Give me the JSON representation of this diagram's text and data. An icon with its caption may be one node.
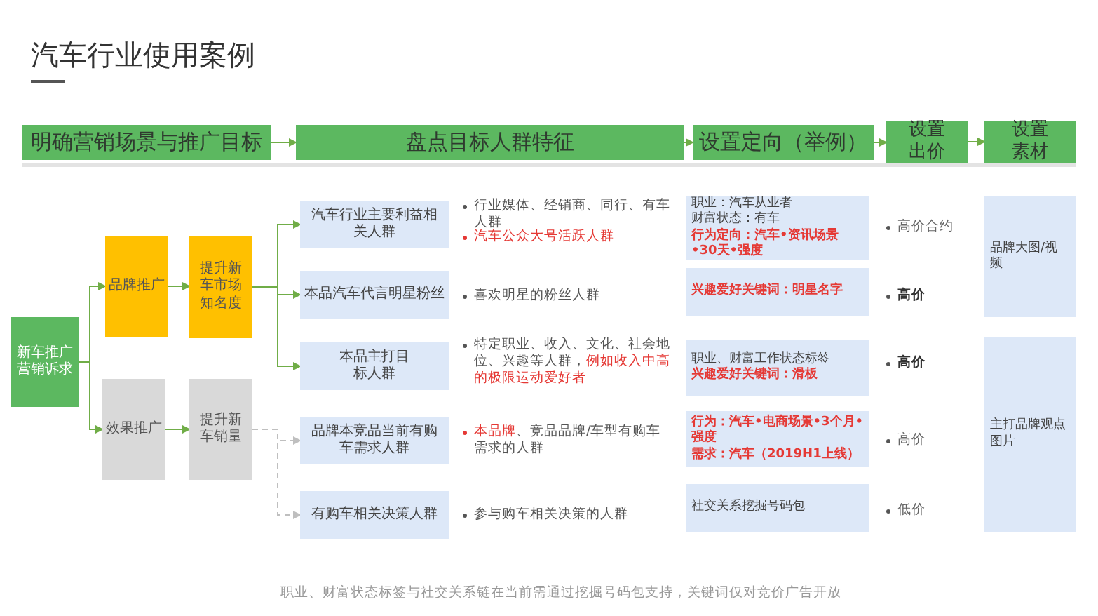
{
  "diagram": {
    "title": "汽车行业使用案例",
    "nodes": [
      {
        "text": [
          "明确营销场景与推广目标"
        ]
      },
      {
        "text": [
          "盘点目标人群特征"
        ]
      },
      {
        "text": [
          "设置定向（举例）"
        ]
      },
      {
        "text": [
          "设置出价"
        ]
      },
      {
        "text": [
          "设置素材"
        ]
      },
      {
        "text": [
          "新车推广营销诉求"
        ]
      },
      {
        "text": [
          "品牌推广"
        ]
      },
      {
        "text": [
          "提升新车市场知名度"
        ]
      },
      {
        "text": [
          "效果推广"
        ]
      },
      {
        "text": [
          "提升新车销量"
        ]
      },
      {
        "text": [
          "汽车行业主要利益相关人群"
        ]
      },
      {
        "text": [
          "本品汽车代言明星粉丝"
        ]
      },
      {
        "text": [
          "本品主打目标人群"
        ]
      },
      {
        "text": [
          "品牌本竞品当前有购车需求人群"
        ]
      },
      {
        "text": [
          "有购车相关决策人群"
        ]
      },
      {
        "text": [
          "职业：汽车从业者",
          "财富状态：有车",
          "行为定向：汽车•资讯场景•30天•强度"
        ]
      },
      {
        "text": [
          "兴趣爱好关键词：明星名字"
        ]
      },
      {
        "text": [
          "职业、财富工作状态标签",
          "兴趣爱好关键词：滑板"
        ]
      },
      {
        "text": [
          "行为：汽车•电商场景•3个月•强度",
          "需求：汽车（2019H1上线）"
        ]
      },
      {
        "text": [
          "社交关系挖掘号码包"
        ]
      },
      {
        "text": [
          "品牌大图/视频"
        ]
      },
      {
        "text": [
          "主打品牌观点图片"
        ]
      }
    ],
    "edges": [
      {
        "from": 0,
        "to": 1,
        "arrow": "to"
      },
      {
        "from": 1,
        "to": 2,
        "arrow": "to"
      },
      {
        "from": 2,
        "to": 3,
        "arrow": "to"
      },
      {
        "from": 3,
        "to": 4,
        "arrow": "to"
      },
      {
        "from": 5,
        "to": 6,
        "arrow": "to"
      },
      {
        "from": 5,
        "to": 8,
        "arrow": "to"
      },
      {
        "from": 6,
        "to": 7,
        "arrow": "to"
      },
      {
        "from": 8,
        "to": 9,
        "arrow": "to"
      },
      {
        "from": 7,
        "to": 10,
        "arrow": "to"
      },
      {
        "from": 7,
        "to": 11,
        "arrow": "to"
      },
      {
        "from": 7,
        "to": 12,
        "arrow": "to"
      },
      {
        "from": 9,
        "to": 13,
        "arrow": "to",
        "style": "dashed",
        "color": "#bfbfbf"
      },
      {
        "from": 9,
        "to": 14,
        "arrow": "to",
        "style": "dashed",
        "color": "#bfbfbf"
      }
    ],
    "labels": [
      "行业媒体、经销商、同行、有车人群",
      "汽车公众大号活跃人群",
      "喜欢明星的粉丝人群",
      "特定职业、收入、文化、社会地位、兴趣等人群，*例如收入中高的极限运动爱好者*",
      "*本品牌*、竞品品牌/车型有购车需求的人群",
      "参与购车相关决策的人群",
      "高价合约",
      "高价",
      "高价",
      "高价",
      "低价",
      "职业、财富状态标签与社交关系链在当前需通过挖掘号码包支持，关键词仅对竞价广告开放"
    ]
  }
}
